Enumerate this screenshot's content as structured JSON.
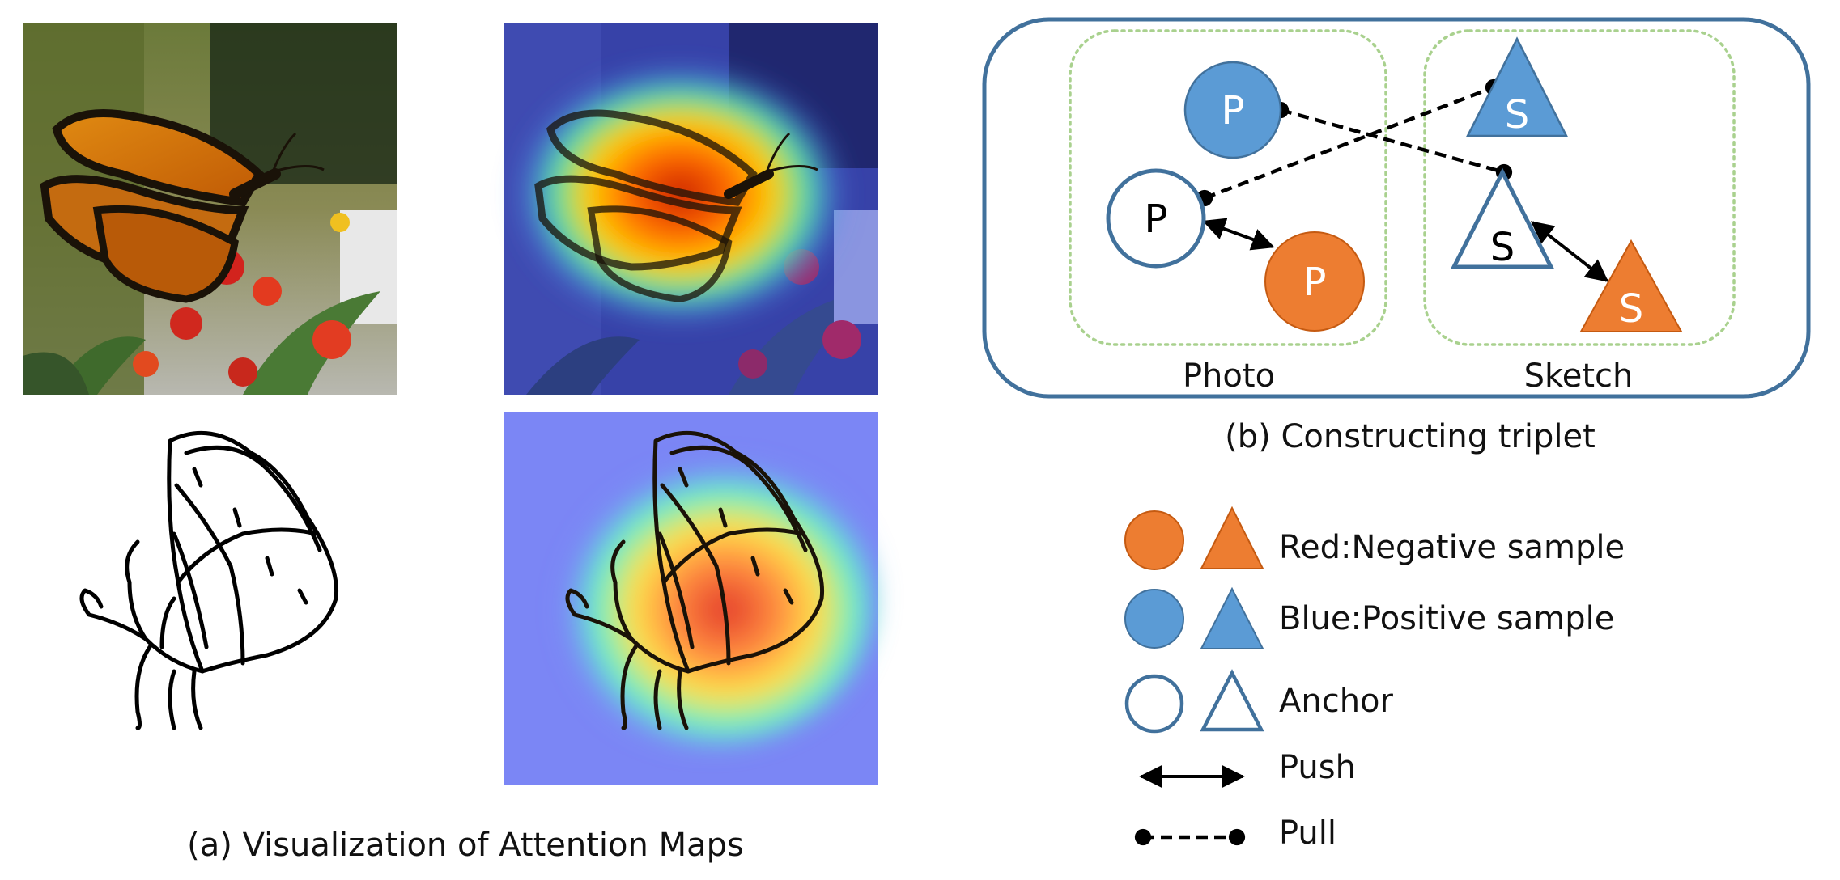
{
  "panel_a": {
    "caption": "(a) Visualization of Attention Maps"
  },
  "panel_b": {
    "caption": "(b) Constructing triplet",
    "group_photo": "Photo",
    "group_sketch": "Sketch",
    "photo_label": "P",
    "sketch_label": "S"
  },
  "legend": {
    "negative": "Red:Negative sample",
    "positive": "Blue:Positive sample",
    "anchor": "Anchor",
    "push": "Push",
    "pull": "Pull"
  },
  "colors": {
    "negative": "#ED7D31",
    "positive": "#5B9BD5",
    "outline": "#41719C",
    "frame": "#41719C",
    "group_border": "#A9D18E"
  }
}
